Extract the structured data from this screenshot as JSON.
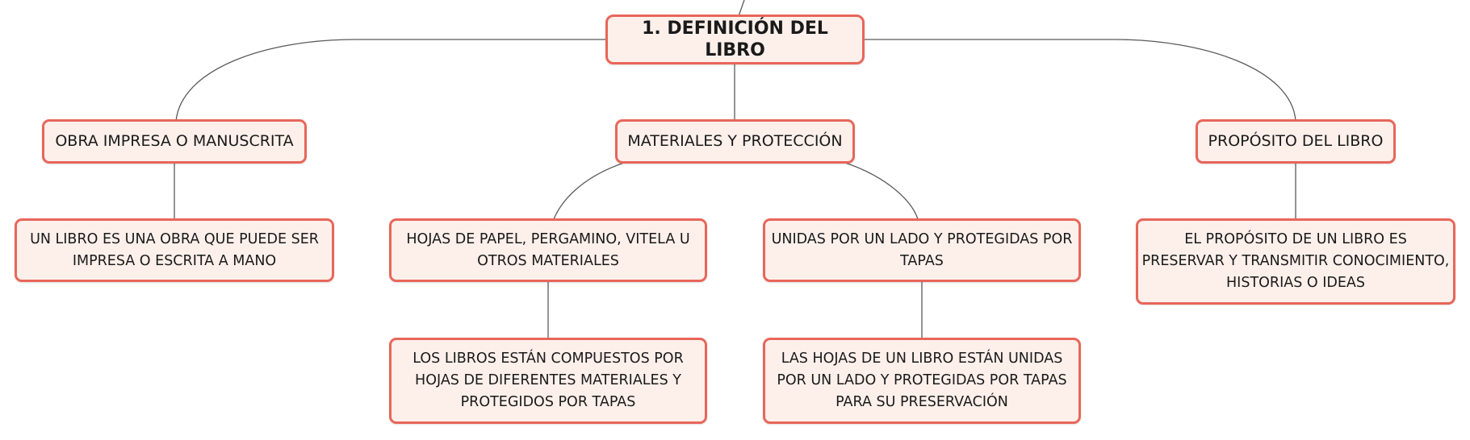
{
  "root": {
    "label": "1. DEFINICIÓN DEL LIBRO"
  },
  "branches": [
    {
      "label": "OBRA IMPRESA O MANUSCRITA",
      "children": [
        {
          "label": "UN LIBRO ES UNA OBRA QUE PUEDE SER IMPRESA O ESCRITA A MANO"
        }
      ]
    },
    {
      "label": "MATERIALES Y PROTECCIÓN",
      "children": [
        {
          "label": "HOJAS DE PAPEL, PERGAMINO, VITELA U OTROS MATERIALES",
          "children": [
            {
              "label": "LOS LIBROS ESTÁN COMPUESTOS POR HOJAS DE DIFERENTES MATERIALES Y PROTEGIDOS POR TAPAS"
            }
          ]
        },
        {
          "label": "UNIDAS POR UN LADO Y PROTEGIDAS POR TAPAS",
          "children": [
            {
              "label": "LAS HOJAS DE UN LIBRO ESTÁN UNIDAS POR UN LADO Y PROTEGIDAS POR TAPAS PARA SU PRESERVACIÓN"
            }
          ]
        }
      ]
    },
    {
      "label": "PROPÓSITO DEL LIBRO",
      "children": [
        {
          "label": "EL PROPÓSITO DE UN LIBRO ES PRESERVAR Y TRANSMITIR CONOCIMIENTO, HISTORIAS O IDEAS"
        }
      ]
    }
  ]
}
